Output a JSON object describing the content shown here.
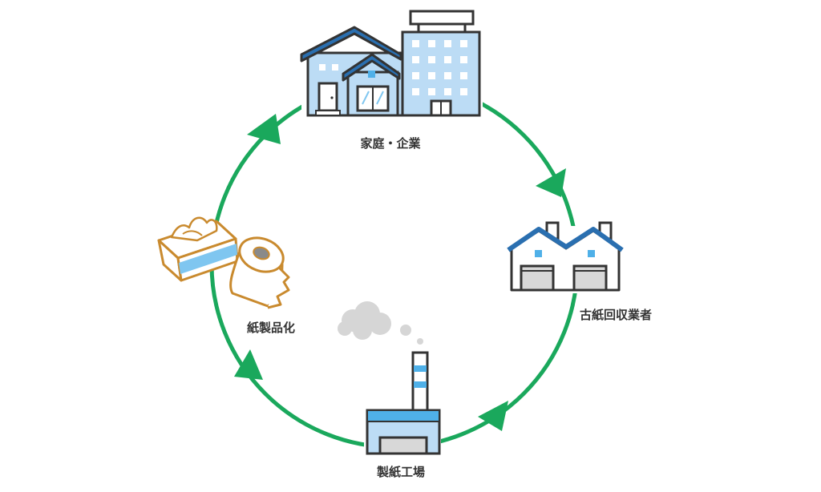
{
  "nodes": {
    "household": {
      "label": "家庭・企業",
      "icon": "house-and-office-building-icon"
    },
    "collector": {
      "label": "古紙回収業者",
      "icon": "warehouse-icon"
    },
    "mill": {
      "label": "製紙工場",
      "icon": "paper-mill-factory-icon"
    },
    "products": {
      "label": "紙製品化",
      "icon": "tissue-box-and-toilet-paper-icon"
    }
  },
  "flow": [
    "household",
    "collector",
    "mill",
    "products"
  ],
  "colors": {
    "cycle_arrow": "#1aa85c",
    "building_fill": "#bcdcf5",
    "building_roof": "#2a6fb0",
    "outline": "#333333",
    "window": "#4fb0e8",
    "smoke": "#d6d6d6",
    "tissue_stripe": "#7fc6f0",
    "tissue_edge": "#c98a2e"
  }
}
